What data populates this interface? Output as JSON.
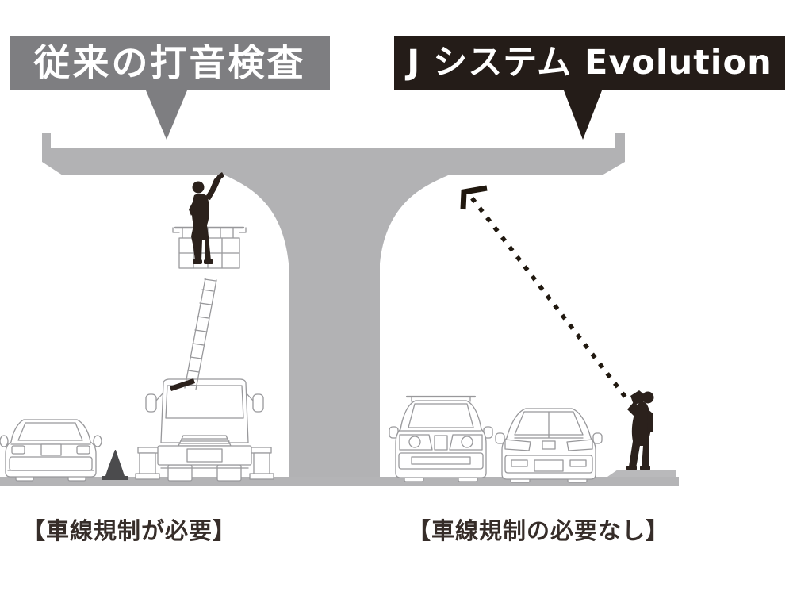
{
  "header": {
    "left_label": {
      "text": "従来の打音検査"
    },
    "right_label": {
      "text": "J システム Evolution"
    }
  },
  "captions": {
    "left": "【車線規制が必要】",
    "right": "【車線規制の必要なし】"
  },
  "colors": {
    "label_gray_bg": "#7e7e81",
    "label_black_bg": "#241c18",
    "label_text": "#ffffff",
    "structure_gray": "#b2b2b4",
    "road_gray": "#b4b4b6",
    "sidewalk_gray": "#b9b9bb",
    "outline_gray": "#98989b",
    "silhouette_dark": "#2b211c",
    "cone_dark": "#4b4b4d",
    "caption_text": "#362d29",
    "dotted_line": "#20180f",
    "background": "#ffffff"
  },
  "scene": {
    "bridge": "t-shaped-concrete-bridge-pier-with-deck",
    "left_side_icons": [
      "car-rear-outline-icon",
      "traffic-cone-icon",
      "aerial-lift-truck-icon",
      "lift-boom-icon",
      "lift-basket-icon",
      "worker-hammering-silhouette-icon"
    ],
    "right_side_icons": [
      "suv-front-outline-icon",
      "car-front-outline-icon",
      "inspector-with-scope-silhouette-icon",
      "dotted-sight-line-icon",
      "corner-target-marker-icon"
    ]
  }
}
